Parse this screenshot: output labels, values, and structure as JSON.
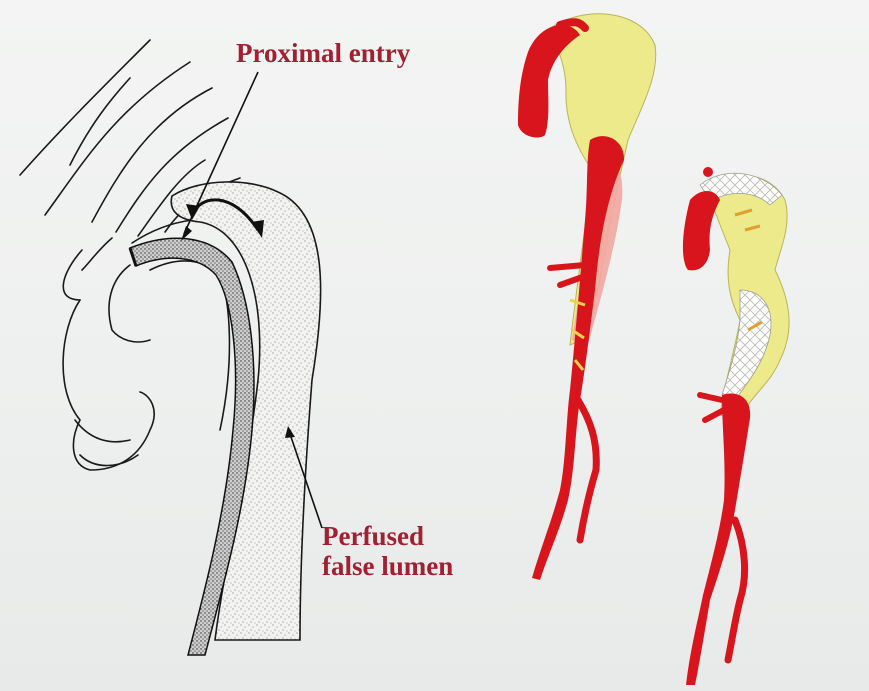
{
  "labels": {
    "proximal_entry": "Proximal entry",
    "perfused_line1": "Perfused",
    "perfused_line2": "false lumen"
  },
  "colors": {
    "label_text": "#a31f32",
    "vessel_red": "#d8151c",
    "false_lumen_yellow": "#ecea8a",
    "thrombus_pink": "#f2a7a2",
    "line_art": "#1a1a1a"
  }
}
